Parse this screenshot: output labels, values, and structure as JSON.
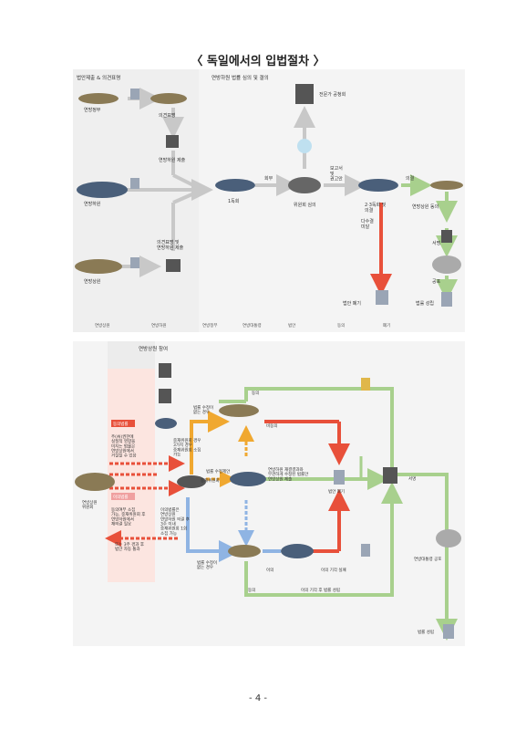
{
  "page": {
    "title": "〈 독일에서의 입법절차 〉",
    "page_number": "- 4 -"
  },
  "figure1": {
    "section_left": "법안제출 & 의견표명",
    "section_right": "연방하원 법률 심의 및 결의",
    "labels": {
      "bundesregierung": "연방정부",
      "opinion": "의견표명",
      "submit_bt": "연방하원 제출",
      "bundestag": "연방하원",
      "opinion_submit": "의견표명 및\n연방하원 제출",
      "bundesrat": "연방상원",
      "experts": "전문가 공청회",
      "first_reading": "1독회",
      "referral": "회부",
      "committee": "위원회 심의",
      "report": "보고서\n및\n권고안",
      "readings": "2·3독회 및\n의결",
      "decided": "의결",
      "majority_fail": "다수결\n미달",
      "bill_dropped": "법안 폐기",
      "br_consent": "연방상원 동의",
      "signature": "서명",
      "promulgation": "공포",
      "law_enacted": "법률 성립"
    },
    "legend": [
      "연방상원",
      "연방하원",
      "연방정부",
      "연방대통령",
      "법안",
      "동의",
      "폐기"
    ]
  },
  "figure2": {
    "section": "연방상원 참여",
    "labels": {
      "bundesrat_left": "연방상원\n위원회",
      "consent_law": "동의법률",
      "consent_law_text": "주(州)권한에\n실질적 영향을\n미치는 법률은\n연방상원에서\n거절될 수 있음",
      "objection_law": "이의법률",
      "objection_law_text": "동의여부 소집\n가능, 중재위원회 후\n연방하원에서\n재의결 필요",
      "bottom_left": "또는 3주 경과 후\n법안 자동 통과",
      "no_change": "법률 수정이\n없는 경우",
      "mediation_cases": "중재위원회 경우\n3가지 경우\n중재위원회 소집\n가능",
      "med_committee": "중재위원회",
      "med_text": "이의법률은\n연방상원\n연방하원 의결 후\n3주 이내\n중재위원회 1회\n소집 가능",
      "amend": "법률 수정제안",
      "consent1": "동의",
      "disagree": "비동의",
      "redecide_text": "연방하원 재결결과와\n무관하게 수정된 법률안\n연방상원 제출",
      "bill_dropped": "법안 폐기",
      "no_change2": "법률 수정이\n없는 경우",
      "objection": "이의",
      "override": "이의 기각 실패",
      "consent2": "동의",
      "override_success": "이의 기각 후 법률 성립",
      "signature": "서명",
      "president_promulgate": "연방대통령 공포",
      "law_enacted": "법률 성립"
    }
  },
  "colors": {
    "green": "#a8d08d",
    "red": "#e8503a",
    "orange": "#f0a830",
    "blue": "#8fb4e3",
    "gray_arrow": "#c8c8c8",
    "panel_bg": "#f4f4f4"
  }
}
